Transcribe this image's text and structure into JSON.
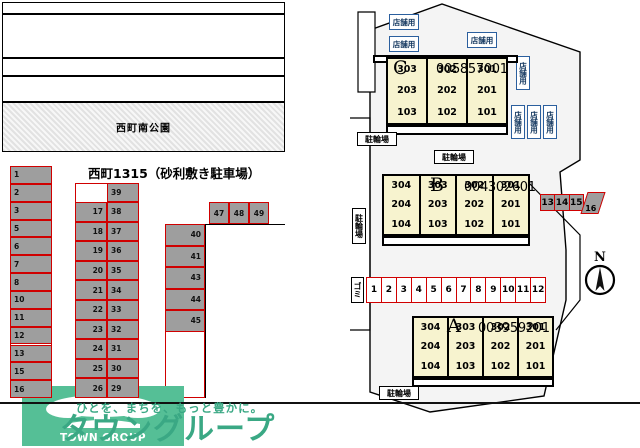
{
  "page": {
    "title": "西町1315（砂利敷き駐車場）",
    "park_label": "西町南公園",
    "compass": "N"
  },
  "buildings": [
    {
      "id": "C",
      "letter": "C",
      "code": "005857001",
      "columns": [
        {
          "units": [
            "303",
            "203",
            "103"
          ]
        },
        {
          "units": [
            "302",
            "202",
            "102"
          ]
        },
        {
          "units": [
            "301",
            "201",
            "101"
          ]
        }
      ]
    },
    {
      "id": "B",
      "letter": "B",
      "code": "004302601",
      "columns": [
        {
          "units": [
            "304",
            "204",
            "104"
          ]
        },
        {
          "units": [
            "303",
            "203",
            "103"
          ]
        },
        {
          "units": [
            "302",
            "202",
            "102"
          ]
        },
        {
          "units": [
            "301",
            "201",
            "101"
          ]
        }
      ]
    },
    {
      "id": "A",
      "letter": "A",
      "code": "003959201",
      "columns": [
        {
          "units": [
            "304",
            "204",
            "104"
          ]
        },
        {
          "units": [
            "303",
            "203",
            "103"
          ]
        },
        {
          "units": [
            "302",
            "202",
            "102"
          ]
        },
        {
          "units": [
            "301",
            "201",
            "101"
          ]
        }
      ]
    }
  ],
  "labels": {
    "bicycle_parking": "駐輪場",
    "bicycle_parking_vertical": "駐輪場",
    "shop_use": "店舗用",
    "garbage": "ゴミ"
  },
  "gravel_lot": {
    "col_left": [
      "1",
      "2",
      "3",
      "5",
      "6",
      "7",
      "8",
      "10",
      "11",
      "12",
      "13",
      "15",
      "16"
    ],
    "col_mid_top": "39",
    "col_mid_a": [
      "17",
      "18",
      "19",
      "20",
      "21",
      "22",
      "23",
      "24",
      "25",
      "26"
    ],
    "col_mid_b": [
      "38",
      "37",
      "36",
      "35",
      "34",
      "33",
      "32",
      "31",
      "30",
      "29"
    ],
    "col_right": [
      "40",
      "41",
      "43",
      "44",
      "45"
    ],
    "row_top": [
      "47",
      "48",
      "49"
    ]
  },
  "site_parking": {
    "bottom_row": [
      "1",
      "2",
      "3",
      "4",
      "5",
      "6",
      "7",
      "8",
      "9",
      "10",
      "11",
      "12"
    ],
    "right_side": [
      "13",
      "14",
      "15",
      "16"
    ]
  },
  "branding": {
    "tagline": "ひとを、まちを、もっと豊かに。",
    "brand": "タウングループ",
    "mark_text": "TOWN GROUP"
  },
  "colors": {
    "stall_fill": "#9e9e9e",
    "stall_border": "#d00000",
    "unit_fill": "#f7f3cf",
    "brand_green": "#3aa884",
    "shop_border": "#2b5f9e"
  }
}
